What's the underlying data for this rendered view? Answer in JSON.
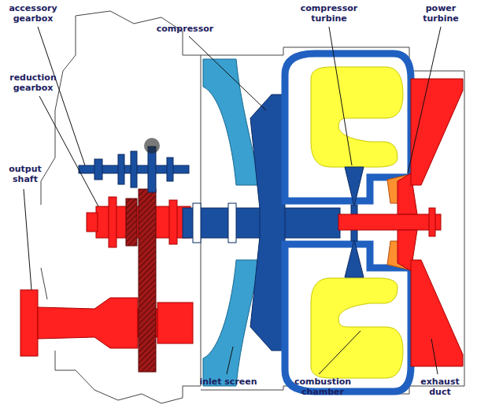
{
  "diagram": {
    "labels": [
      "accessory gearbox",
      "reduction gearbox",
      "output shaft",
      "compressor",
      "compressor turbine",
      "power turbine",
      "inlet screen",
      "combustion chamber",
      "exhaust duct"
    ]
  }
}
